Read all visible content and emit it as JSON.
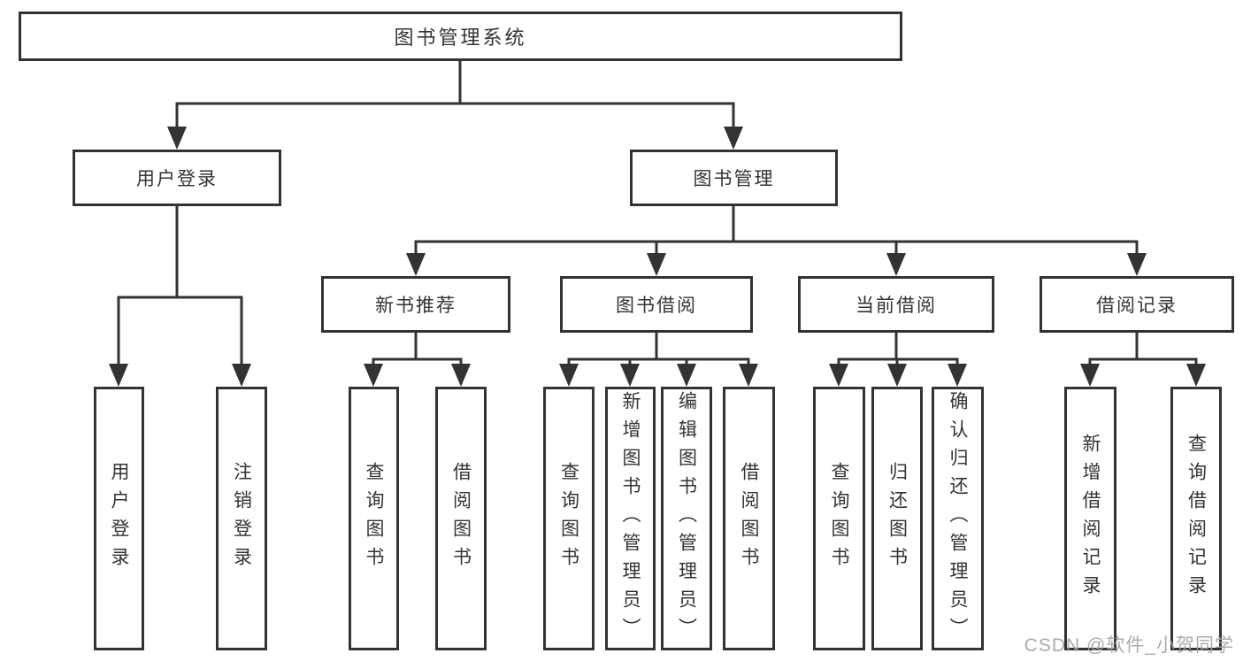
{
  "diagram": {
    "tree": {
      "label": "图书管理系统",
      "children": [
        {
          "label": "用户登录",
          "children": [
            {
              "label": "用户登录"
            },
            {
              "label": "注销登录"
            }
          ]
        },
        {
          "label": "图书管理",
          "children": [
            {
              "label": "新书推荐",
              "children": [
                {
                  "label": "查询图书"
                },
                {
                  "label": "借阅图书"
                }
              ]
            },
            {
              "label": "图书借阅",
              "children": [
                {
                  "label": "查询图书"
                },
                {
                  "label": "新增图书（管理员）"
                },
                {
                  "label": "编辑图书（管理员）"
                },
                {
                  "label": "借阅图书"
                }
              ]
            },
            {
              "label": "当前借阅",
              "children": [
                {
                  "label": "查询图书"
                },
                {
                  "label": "归还图书"
                },
                {
                  "label": "确认归还（管理员）"
                }
              ]
            },
            {
              "label": "借阅记录",
              "children": [
                {
                  "label": "新增借阅记录"
                },
                {
                  "label": "查询借阅记录"
                }
              ]
            }
          ]
        }
      ]
    },
    "colors": {
      "line": "#333333",
      "box_border": "#333333",
      "text": "#333333",
      "watermark_text": "#a3a3a3",
      "background": "#ffffff"
    }
  },
  "watermark": {
    "text": "CSDN @软件_小贺同学"
  }
}
